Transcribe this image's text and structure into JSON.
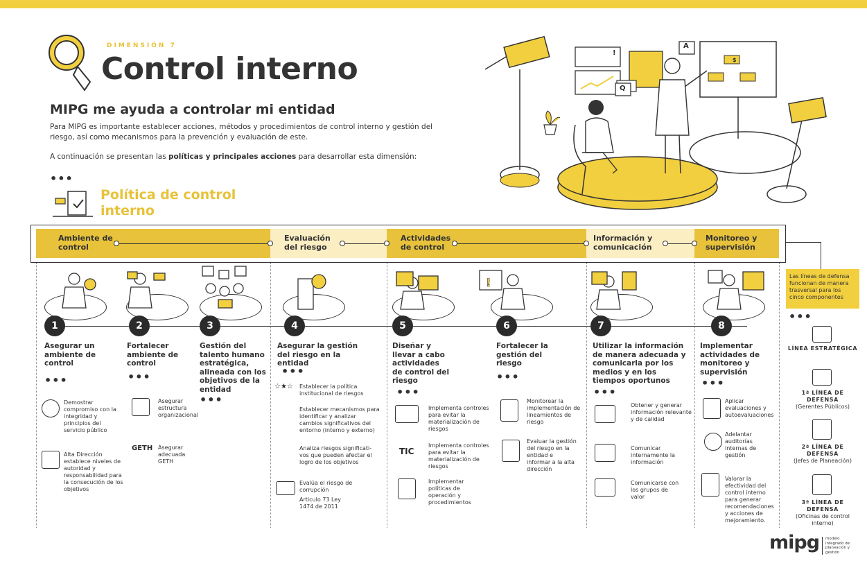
{
  "header": {
    "dimension_label": "DIMENSIÓN 7",
    "title": "Control interno",
    "subtitle": "MIPG me ayuda a controlar mi entidad",
    "intro": "Para MIPG es importante establecer acciones, métodos y procedimientos  de control interno y gestión del riesgo, así como mecanismos para la prevención y evaluación de este.",
    "intro2_pre": "A continuación se presentan las ",
    "intro2_bold": "políticas y principales acciones",
    "intro2_post": " para desarrollar esta dimensión:",
    "policy_title": "Política de control interno"
  },
  "components": [
    {
      "label": "Ambiente de control"
    },
    {
      "label": "Evaluación del riesgo"
    },
    {
      "label": "Actividades de control"
    },
    {
      "label": "Información y comunicación"
    },
    {
      "label": "Monitoreo y supervisión"
    }
  ],
  "steps": [
    {
      "num": "1",
      "title": "Asegurar un ambiente de control"
    },
    {
      "num": "2",
      "title": "Fortalecer ambiente de control"
    },
    {
      "num": "3",
      "title": "Gestión del talento humano estratégica, alineada con los objetivos de la entidad"
    },
    {
      "num": "4",
      "title": "Asegurar la gestión del riesgo en la entidad"
    },
    {
      "num": "5",
      "title": "Diseñar y llevar a cabo actividades de control del riesgo"
    },
    {
      "num": "6",
      "title": "Fortalecer la gestión del riesgo"
    },
    {
      "num": "7",
      "title": "Utilizar la información de manera adecuada y comunicarla por los medios y en los tiempos oportunos"
    },
    {
      "num": "8",
      "title": "Implementar actividades de monitoreo y supervisión"
    }
  ],
  "actions": {
    "s1a": "Demostrar compromiso con la integridad y principios del servicio público",
    "s1b": "Alta Dirección establece niveles de autoridad y responsabilidad para la consecución de los objetivos",
    "s2a": "Asegurar estructura organizacional",
    "s2b_logo": "GETH",
    "s2b": "Asegurar adecuada GETH",
    "s4a": "Establecer la política institucional de riesgos",
    "s4b": "Establecer mecanismos para identificar y analizar cambios significativos del entorno (interno y externo)",
    "s4c": "Analiza riesgos significati-vos que pueden afectar el logro de los objetivos",
    "s4d": "Evalúa el riesgo de corrupción",
    "s4e": "Articulo 73 Ley 1474 de 2011",
    "s5a": "Implementa controles para evitar la materialización de riesgos",
    "s5b_logo": "TIC",
    "s5b": "Implementa controles para evitar la materialización de riesgos",
    "s5c": "Implementar políticas de operación y procedimientos",
    "s6a": "Monitorear la implementación de lineamientos de riesgo",
    "s6b": "Evaluar la gestión del riesgo en la entidad e informar a la alta dirección",
    "s7a": "Obtener y generar información relevante y de calidad",
    "s7b": "Comunicar internamente la información",
    "s7c": "Comunicarse con los grupos de valor",
    "s8a": "Aplicar evaluaciones y autoevaluaciones",
    "s8b": "Adelantar auditorías internas de gestión",
    "s8c": "Valorar la efectividad del control interno para generar recomendaciones y acciones de mejoramiento."
  },
  "defense": {
    "note": "Las líneas de defensa funcionan de manera trasversal para los cinco componentes",
    "lines": [
      {
        "name": "LÍNEA ESTRATÉGICA",
        "desc": ""
      },
      {
        "name": "1ª LÍNEA DE DEFENSA",
        "desc": "(Gerentes Públicos)"
      },
      {
        "name": "2ª LÍNEA DE DEFENSA",
        "desc": "(Jefes de Planeación)"
      },
      {
        "name": "3ª LÍNEA DE DEFENSA",
        "desc": "(Oficinas de control interno)"
      }
    ]
  },
  "illustration": {
    "bubble_a": "A",
    "bubble_q": "Q",
    "alert": "!",
    "dollar": "$"
  },
  "footer": {
    "logo": "mipg",
    "tagline": "modelo integrado de planeación y gestión"
  },
  "colors": {
    "accent": "#f1cf3f",
    "dark": "#2b2b2b"
  }
}
